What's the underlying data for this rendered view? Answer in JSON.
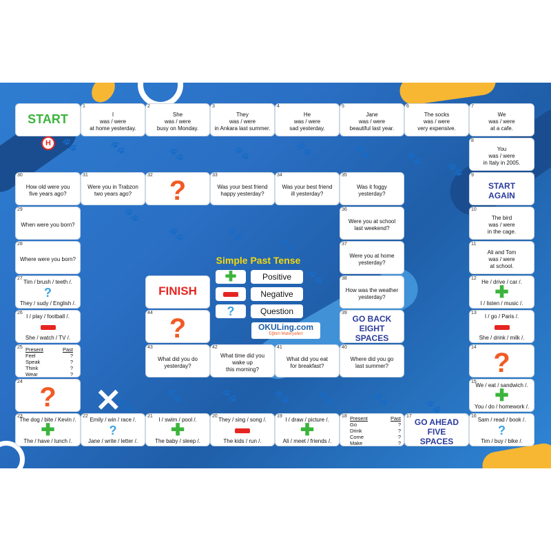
{
  "title": "Simple Past Tense",
  "start_label": "START",
  "finish_label": "FINISH",
  "legend": [
    {
      "symbol": "plus",
      "label": "Positive"
    },
    {
      "symbol": "minus",
      "label": "Negative"
    },
    {
      "symbol": "question",
      "label": "Question"
    }
  ],
  "logo": {
    "name": "OKULing.com",
    "tagline": "Eğitim Materyalleri"
  },
  "cells": {
    "c1": {
      "num": "1",
      "text": "I\nwas / were\nat home yesterday."
    },
    "c2": {
      "num": "2",
      "text": "She\nwas / were\nbusy on Monday."
    },
    "c3": {
      "num": "3",
      "text": "They\nwas / were\nin Ankara last summer."
    },
    "c4": {
      "num": "4",
      "text": "He\nwas / were\nsad yesterday."
    },
    "c5": {
      "num": "5",
      "text": "Jane\nwas / were\nbeautiful last year."
    },
    "c6": {
      "num": "6",
      "text": "The socks\nwas / were\nvery expensive."
    },
    "c7": {
      "num": "7",
      "text": "We\nwas / were\nat a cafe."
    },
    "c8": {
      "num": "8",
      "text": "You\nwas / were\nin Italy in 2005."
    },
    "c9": {
      "num": "9",
      "text": "START\nAGAIN"
    },
    "c10": {
      "num": "10",
      "text": "The bird\nwas / were\nin the cage."
    },
    "c11": {
      "num": "11",
      "text": "Ali and Tom\nwas / were\nat school."
    },
    "c12": {
      "num": "12",
      "top": "He / drive / car /.",
      "bottom": "I / listen / music /."
    },
    "c13": {
      "num": "13",
      "top": "I / go / Paris /.",
      "bottom": "She / drink / milk /."
    },
    "c14": {
      "num": "14"
    },
    "c15": {
      "num": "15",
      "top": "We / eat / sandwich /.",
      "bottom": "You / do / homework /."
    },
    "c16": {
      "num": "16",
      "top": "Sam / read / book /.",
      "bottom": "Tim / buy / bike /."
    },
    "c17": {
      "num": "17",
      "text": "GO AHEAD\nFIVE\nSPACES"
    },
    "c18": {
      "num": "18",
      "head": [
        "Present",
        "Past"
      ],
      "rows": [
        [
          "Go",
          "?"
        ],
        [
          "Drink",
          "?"
        ],
        [
          "Come",
          "?"
        ],
        [
          "Make",
          "?"
        ]
      ]
    },
    "c19": {
      "num": "19",
      "top": "I / draw / picture /.",
      "bottom": "Ali / meet / friends /."
    },
    "c20": {
      "num": "20",
      "top": "They / sing / song /.",
      "bottom": "The kids / run /."
    },
    "c21": {
      "num": "21",
      "top": "I / swim / pool /.",
      "bottom": "The baby / sleep /."
    },
    "c22": {
      "num": "22",
      "top": "Emily / win / race /.",
      "bottom": "Jane / write / letter /."
    },
    "c23": {
      "num": "23",
      "top": "The dog / bite / Kevin /.",
      "bottom": "The / have / lunch /."
    },
    "c24": {
      "num": "24"
    },
    "c25": {
      "num": "25",
      "head": [
        "Present",
        "Past"
      ],
      "rows": [
        [
          "Feel",
          "?"
        ],
        [
          "Speak",
          "?"
        ],
        [
          "Think",
          "?"
        ],
        [
          "Wear",
          "?"
        ]
      ]
    },
    "c26": {
      "num": "26",
      "top": "I / play / football /.",
      "bottom": "She / watch / TV /."
    },
    "c27": {
      "num": "27",
      "top": "Tim / brush / teeth /.",
      "bottom": "They / sudy / English /."
    },
    "c28": {
      "num": "28",
      "text": "Where were you born?"
    },
    "c29": {
      "num": "29",
      "text": "When were you born?"
    },
    "c30": {
      "num": "30",
      "text": "How old were you\nfive years ago?"
    },
    "c31": {
      "num": "31",
      "text": "Were you in Trabzon\ntwo years ago?"
    },
    "c32": {
      "num": "32"
    },
    "c33": {
      "num": "33",
      "text": "Was your best friend\nhappy yesterday?"
    },
    "c34": {
      "num": "34",
      "text": "Was your best friend\nill yesterday?"
    },
    "c35": {
      "num": "35",
      "text": "Was it foggy\nyesterday?"
    },
    "c36": {
      "num": "36",
      "text": "Were you at school\nlast weekend?"
    },
    "c37": {
      "num": "37",
      "text": "Were you at home\nyesterday?"
    },
    "c38": {
      "num": "38",
      "text": "How was the weather\nyesterday?"
    },
    "c39": {
      "num": "39",
      "text": "GO BACK\nEIGHT\nSPACES"
    },
    "c40": {
      "num": "40",
      "text": "Where did you go\nlast summer?"
    },
    "c41": {
      "num": "41",
      "text": "What did you eat\nfor breakfast?"
    },
    "c42": {
      "num": "42",
      "text": "What time did you\nwake up\nthis morning?"
    },
    "c43": {
      "num": "43",
      "text": "What did you do\nyesterday?"
    },
    "c44": {
      "num": "44"
    }
  }
}
